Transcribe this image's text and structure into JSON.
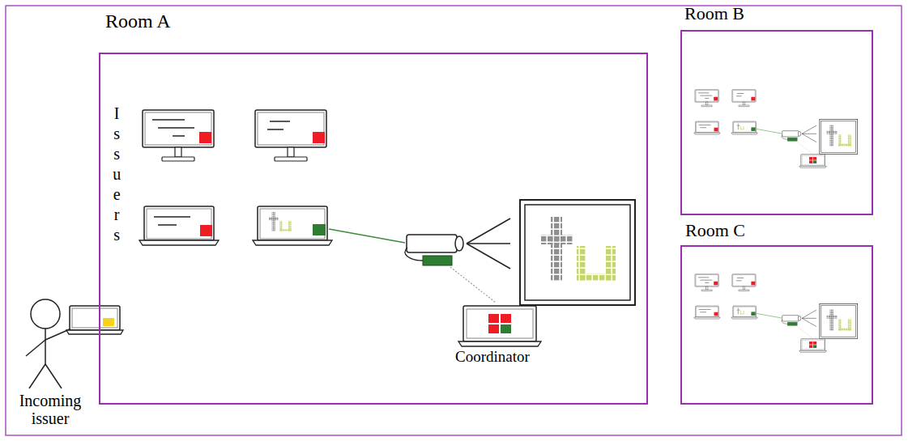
{
  "diagram": {
    "nodes": [
      {
        "text": [
          "Room A"
        ]
      },
      {
        "text": [
          "Coordinator"
        ],
        "in": 0
      },
      {
        "text": [
          "Room B"
        ]
      },
      {
        "text": [
          "Room C"
        ]
      }
    ],
    "labels": [
      "Issuers",
      "Incoming issuer"
    ]
  }
}
